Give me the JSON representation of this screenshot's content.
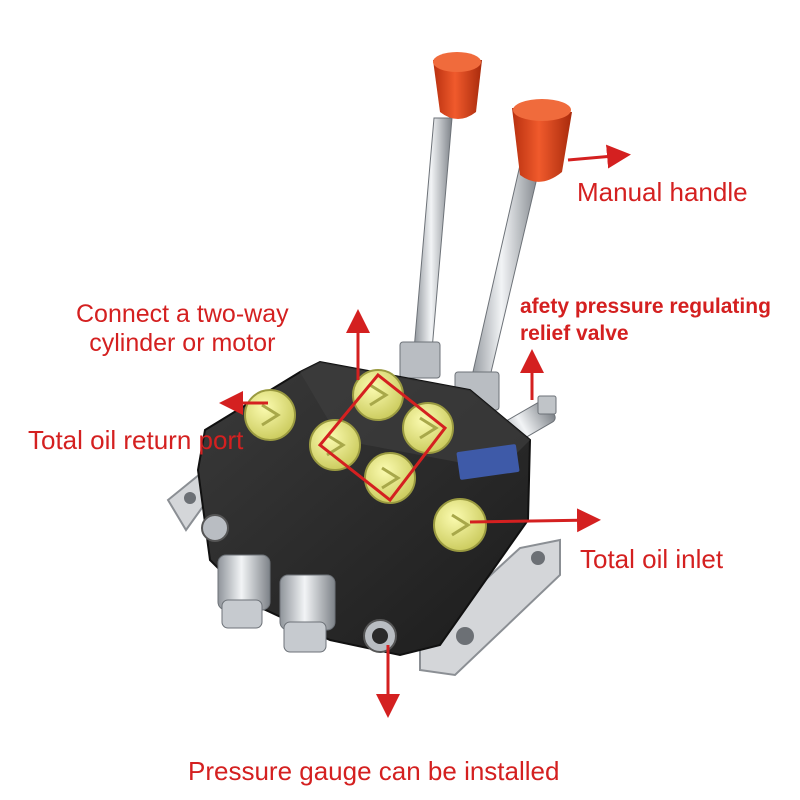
{
  "labels": {
    "manual_handle": "Manual handle",
    "connect_line1": "Connect a two-way",
    "connect_line2": "cylinder or motor",
    "safety_line1": "afety pressure regulating",
    "safety_line2": "relief valve",
    "return_port": "Total oil return port",
    "oil_inlet": "Total oil inlet",
    "pressure_gauge": "Pressure gauge can be installed"
  },
  "colors": {
    "annotation": "#d42020",
    "valve_body": "#2a2a2a",
    "port_cap": "#e8e87a",
    "handle_knob": "#e0421e",
    "chrome": "#c9ccd1"
  }
}
